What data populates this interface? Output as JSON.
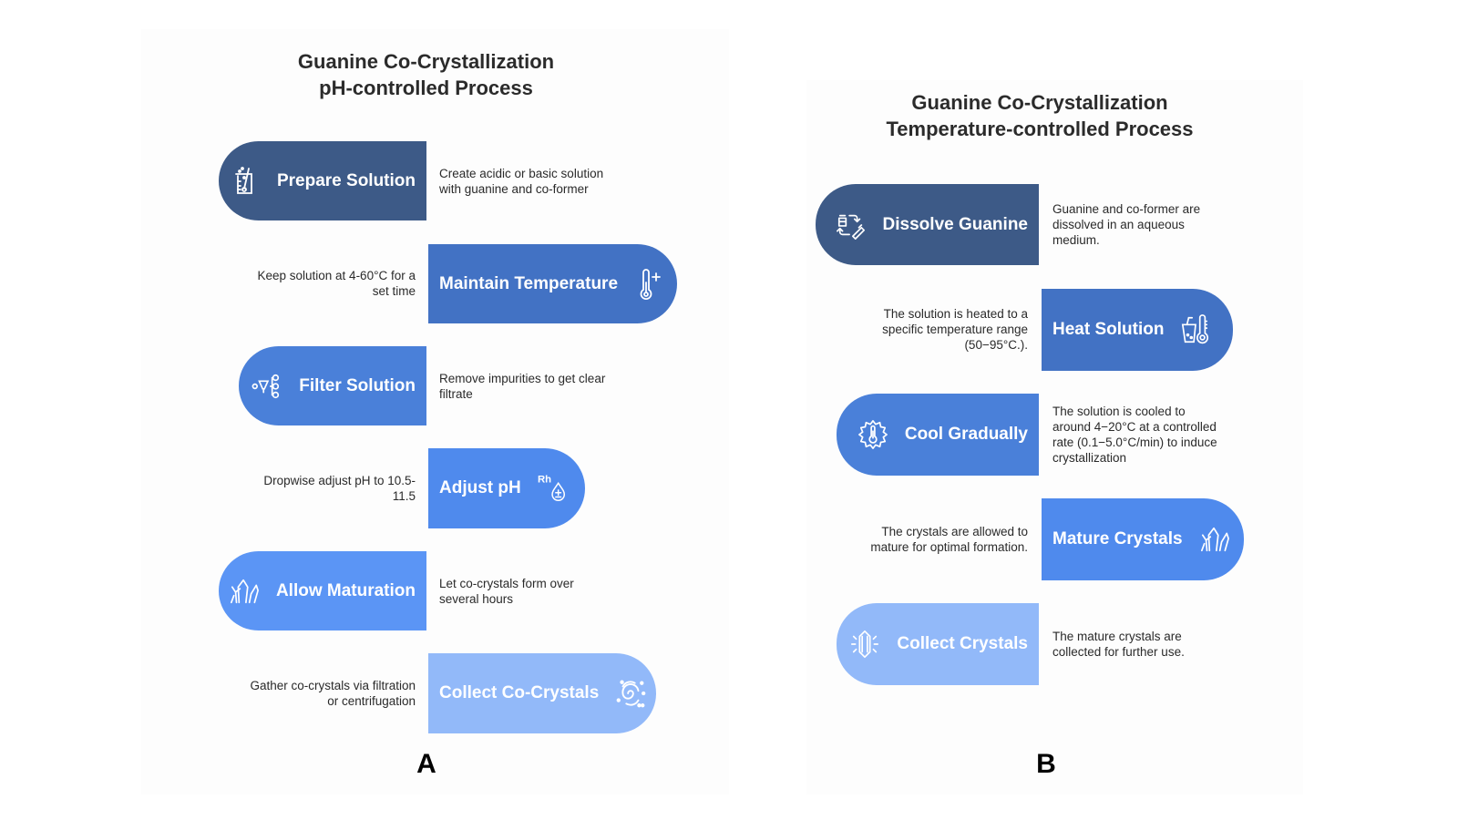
{
  "colors": {
    "step1": "#3d5a87",
    "step2": "#4272c4",
    "step3": "#4a80d9",
    "step4": "#4f8aed",
    "step5": "#5b95f5",
    "step6": "#92b9f9",
    "text": "#2a2a2a",
    "title": "#2b2b2b"
  },
  "panel_a": {
    "title_line1": "Guanine Co-Crystallization",
    "title_line2": "pH-controlled Process",
    "label": "A",
    "steps": [
      {
        "label": "Prepare Solution",
        "icon": "beaker-stir-icon",
        "description_line1": "Create acidic or basic solution",
        "description_line2": "with guanine and co-former"
      },
      {
        "label": "Maintain Temperature",
        "icon": "thermometer-plus-icon",
        "description_line1": "Keep solution at 4-60°C for a",
        "description_line2": "set time"
      },
      {
        "label": "Filter Solution",
        "icon": "filter-funnel-icon",
        "description_line1": "Remove impurities to get clear",
        "description_line2": "filtrate"
      },
      {
        "label": "Adjust pH",
        "icon": "rh-drop-icon",
        "description_line1": "Dropwise adjust pH to 10.5-",
        "description_line2": "11.5"
      },
      {
        "label": "Allow Maturation",
        "icon": "crystals-icon",
        "description_line1": "Let co-crystals form over",
        "description_line2": "several hours"
      },
      {
        "label": "Collect Co-Crystals",
        "icon": "spiral-galaxy-icon",
        "description_line1": "Gather co-crystals via filtration",
        "description_line2": "or centrifugation"
      }
    ]
  },
  "panel_b": {
    "title_line1": "Guanine Co-Crystallization",
    "title_line2": "Temperature-controlled Process",
    "label": "B",
    "steps": [
      {
        "label": "Dissolve Guanine",
        "icon": "dissolve-cycle-icon",
        "description_line1": "Guanine and co-former are",
        "description_line2": "dissolved in an aqueous",
        "description_line3": "medium."
      },
      {
        "label": "Heat Solution",
        "icon": "cup-thermometer-icon",
        "description_line1": "The solution is heated to a",
        "description_line2": "specific temperature range",
        "description_line3": "(50−95°C.)."
      },
      {
        "label": "Cool Gradually",
        "icon": "gear-thermometer-icon",
        "description_line1": "The solution is cooled to",
        "description_line2": "around 4−20°C at a controlled",
        "description_line3": "rate (0.1−5.0°C/min) to induce",
        "description_line4": "crystallization"
      },
      {
        "label": "Mature Crystals",
        "icon": "crystals-icon",
        "description_line1": "The crystals are allowed to",
        "description_line2": "mature for optimal formation."
      },
      {
        "label": "Collect Crystals",
        "icon": "gem-sparkle-icon",
        "description_line1": "The mature crystals are",
        "description_line2": "collected for further use."
      }
    ]
  }
}
